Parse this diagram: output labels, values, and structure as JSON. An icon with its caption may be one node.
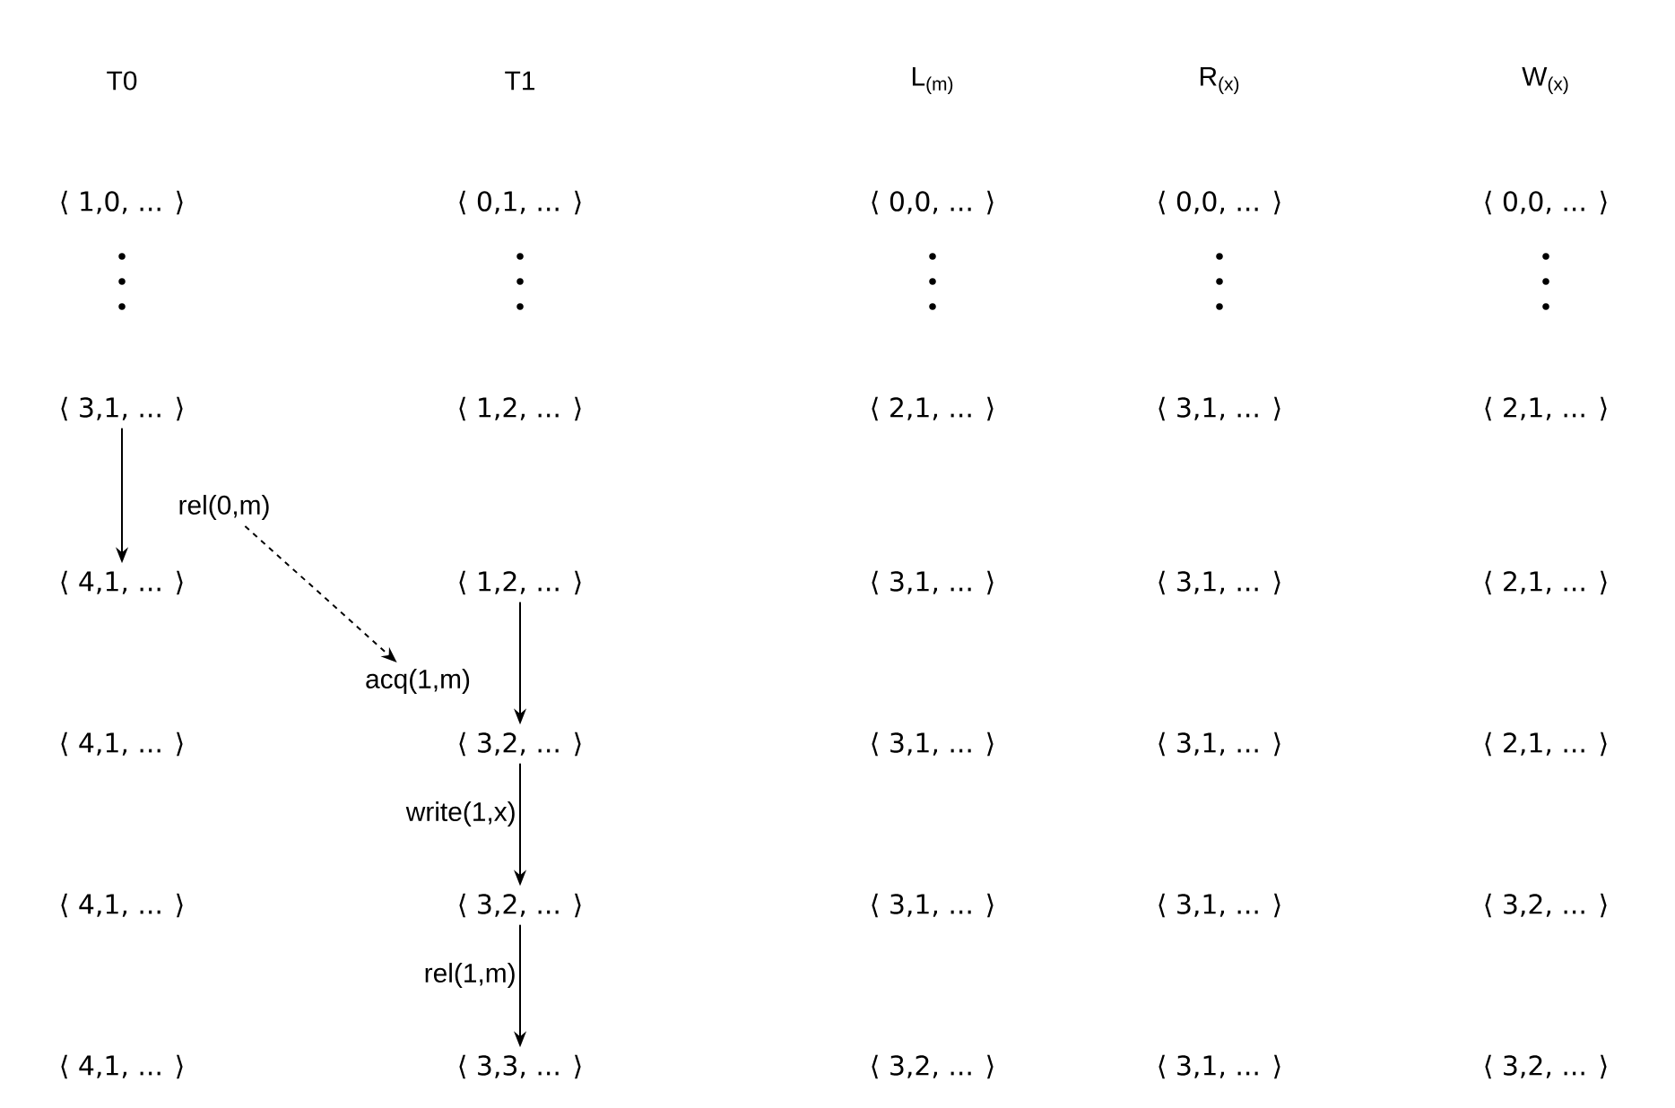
{
  "diagram": {
    "nodes": [
      {
        "text": [
          "⟨ 3,1, ... ⟩"
        ]
      },
      {
        "text": [
          "rel(0,m)"
        ]
      },
      {
        "text": [
          "⟨ 4,1, ... ⟩"
        ]
      },
      {
        "text": [
          "⟨ 1,2, ... ⟩"
        ]
      },
      {
        "text": [
          "acq(1,m)"
        ]
      },
      {
        "text": [
          "⟨ 3,2, ... ⟩"
        ]
      },
      {
        "text": [
          "⟨ 3,2, ... ⟩"
        ]
      },
      {
        "text": [
          "⟨ 3,3, ... ⟩"
        ]
      }
    ],
    "edges": [
      {
        "from": 0,
        "to": 2,
        "arrow": "to"
      },
      {
        "from": 1,
        "to": 4,
        "arrow": "to",
        "style": "dashed"
      },
      {
        "from": 3,
        "to": 5,
        "arrow": "to"
      },
      {
        "from": 5,
        "to": 6,
        "arrow": "to",
        "label": "write(1,x)"
      },
      {
        "from": 6,
        "to": 7,
        "arrow": "to",
        "label": "rel(1,m)"
      }
    ],
    "labels": [
      "T0",
      "T1",
      "L$_{(m)}$",
      "R$_{(x)}$",
      "W$_{(x)}$",
      "⟨ 1,0, ... ⟩",
      "⟨ 0,1, ... ⟩",
      "⟨ 0,0, ... ⟩",
      "⟨ 0,0, ... ⟩",
      "⟨ 0,0, ... ⟩",
      "⟨ 1,2, ... ⟩",
      "⟨ 2,1, ... ⟩",
      "⟨ 3,1, ... ⟩",
      "⟨ 2,1, ... ⟩",
      "⟨ 3,1, ... ⟩",
      "⟨ 3,1, ... ⟩",
      "⟨ 2,1, ... ⟩",
      "⟨ 4,1, ... ⟩",
      "⟨ 3,1, ... ⟩",
      "⟨ 3,1, ... ⟩",
      "⟨ 2,1, ... ⟩",
      "⟨ 4,1, ... ⟩",
      "⟨ 3,1, ... ⟩",
      "⟨ 3,1, ... ⟩",
      "⟨ 3,2, ... ⟩",
      "⟨ 4,1, ... ⟩",
      "⟨ 3,2, ... ⟩",
      "⟨ 3,1, ... ⟩",
      "⟨ 3,2, ... ⟩"
    ]
  }
}
